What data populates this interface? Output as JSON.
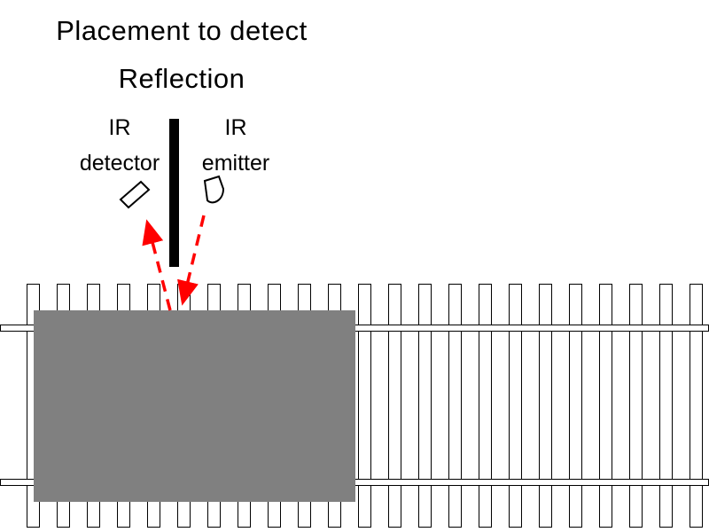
{
  "title": {
    "line1": "Placement to detect",
    "line2": "Reflection"
  },
  "sensors": {
    "detector_label_line1": "IR",
    "detector_label_line2": "detector",
    "emitter_label_line1": "IR",
    "emitter_label_line2": "emitter"
  },
  "colors": {
    "beam_red": "#ff0000",
    "train_gray": "#808080",
    "barrier_black": "#000000",
    "background_white": "#ffffff"
  },
  "track": {
    "tie_count": 23
  }
}
